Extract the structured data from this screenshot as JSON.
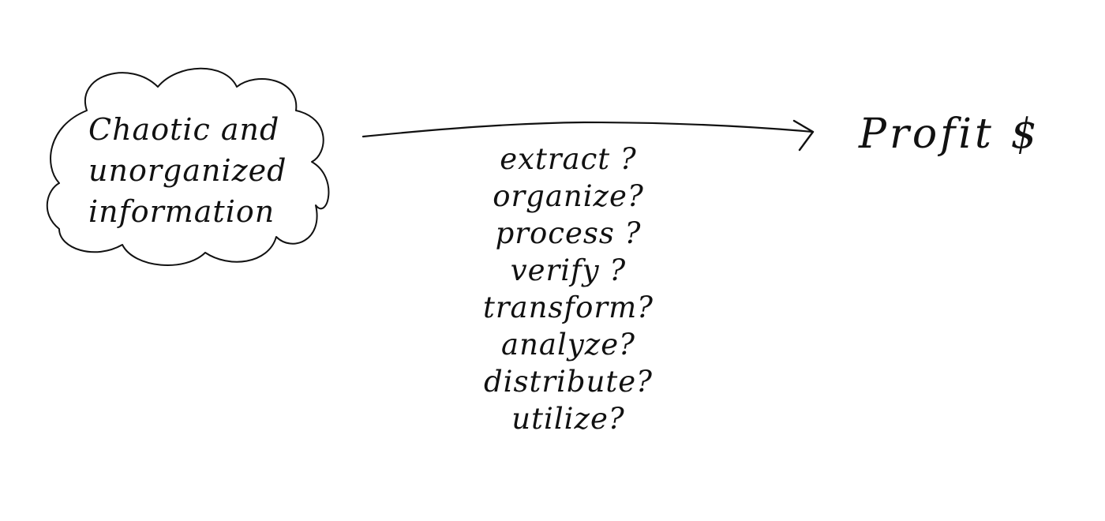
{
  "diagram": {
    "source": {
      "shape": "cloud",
      "lines": [
        "Chaotic  and",
        "unorganized",
        "information"
      ]
    },
    "arrow": {
      "direction": "right",
      "style": "hand-drawn curved"
    },
    "steps": [
      "extract ?",
      "organize?",
      "process ?",
      "verify ?",
      "transform?",
      "analyze?",
      "distribute?",
      "utilize?"
    ],
    "target": {
      "label": "Profit $"
    },
    "colors": {
      "ink": "#111111",
      "background": "#ffffff"
    }
  }
}
